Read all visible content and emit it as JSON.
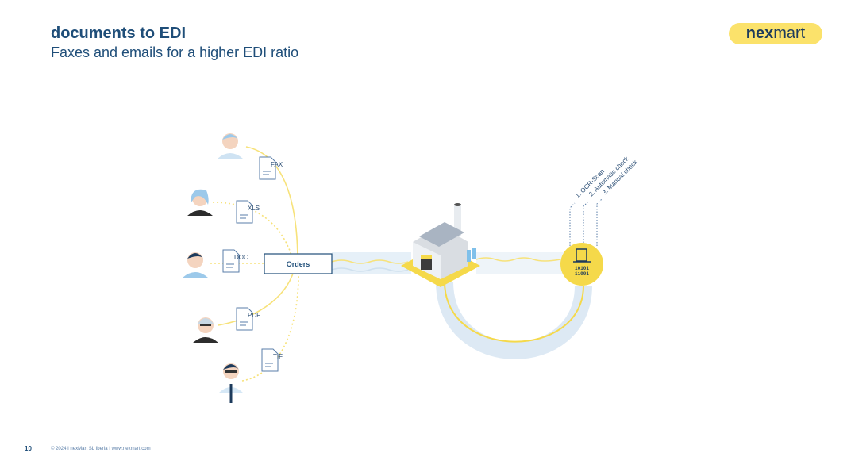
{
  "header": {
    "title": "documents to EDI",
    "subtitle": "Faxes and emails for a higher EDI ratio"
  },
  "logo": {
    "text_bold": "nex",
    "text_light": "mart"
  },
  "diagram": {
    "documents": [
      "FAX",
      "XLS",
      "DOC",
      "PDF",
      "TIF"
    ],
    "orders_label": "Orders",
    "steps": [
      "1. OCR-Scan",
      "2. Automatic check",
      "3. Manual check"
    ],
    "binary_lines": [
      "10101",
      "11001"
    ]
  },
  "footer": {
    "page_number": "10",
    "text": "© 2024   I   nexMart SL Iberia   I   www.nexmart.com"
  },
  "colors": {
    "brand_blue": "#1f4e79",
    "brand_yellow": "#fbe26b"
  }
}
